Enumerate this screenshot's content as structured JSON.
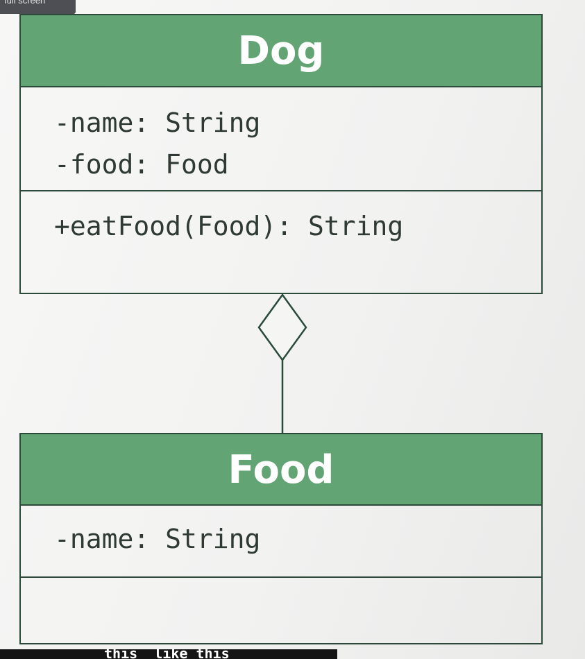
{
  "overlay": {
    "fullscreen_label": "full screen"
  },
  "diagram": {
    "classes": [
      {
        "name": "Dog",
        "attributes": [
          "-name: String",
          "-food: Food"
        ],
        "methods": [
          "+eatFood(Food): String"
        ]
      },
      {
        "name": "Food",
        "attributes": [
          "-name: String"
        ],
        "methods": []
      }
    ],
    "relationship": {
      "type": "aggregation",
      "whole": "Dog",
      "part": "Food"
    }
  },
  "caption": {
    "text": "this  like this"
  }
}
